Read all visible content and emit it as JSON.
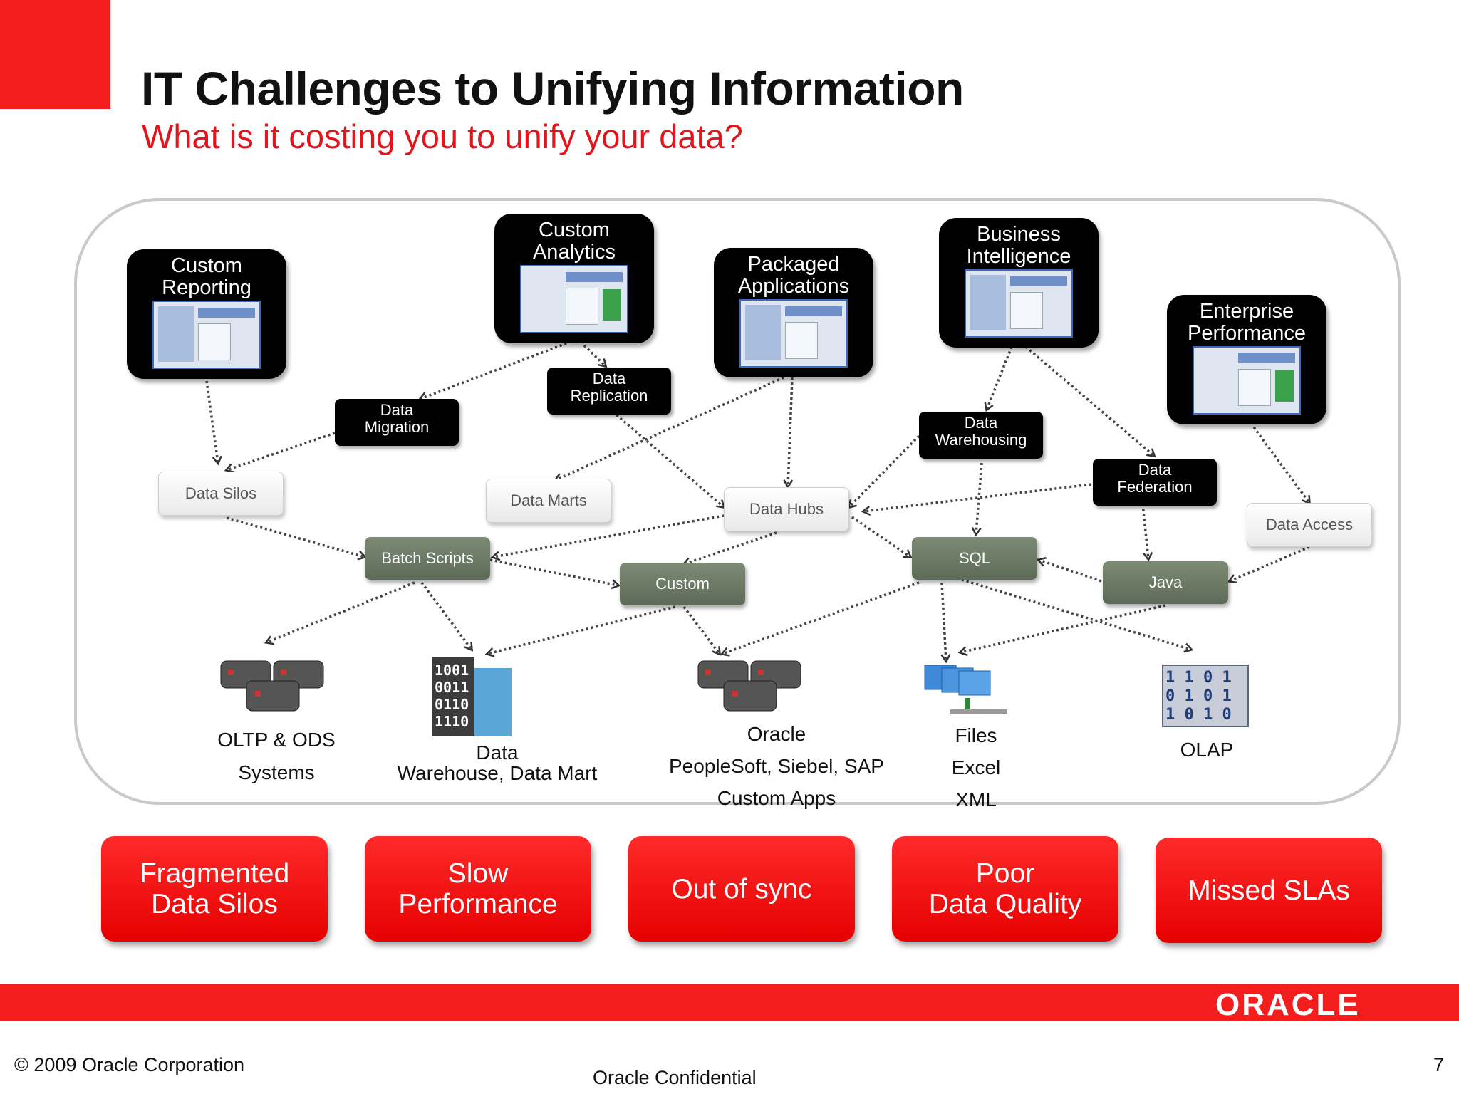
{
  "title": "IT Challenges to Unifying Information",
  "subtitle": "What is it costing you to unify your data?",
  "apps": {
    "custom_reporting": "Custom\nReporting",
    "custom_analytics": "Custom\nAnalytics",
    "packaged_applications": "Packaged\nApplications",
    "business_intelligence": "Business\nIntelligence",
    "enterprise_performance": "Enterprise\nPerformance"
  },
  "tags": {
    "data_migration": "Data\nMigration",
    "data_replication": "Data\nReplication",
    "data_warehousing": "Data\nWarehousing",
    "data_federation": "Data\nFederation"
  },
  "approaches": {
    "data_silos": "Data Silos",
    "data_marts": "Data Marts",
    "data_hubs": "Data Hubs",
    "data_access": "Data Access"
  },
  "methods": {
    "batch_scripts": "Batch Scripts",
    "custom": "Custom",
    "sql": "SQL",
    "java": "Java"
  },
  "sources": {
    "oltp": "OLTP & ODS\nSystems",
    "warehouse": "Data\nWarehouse, Data Mart",
    "oracle_apps": "Oracle\nPeopleSoft, Siebel, SAP\nCustom Apps",
    "files": "Files\nExcel\nXML",
    "olap": "OLAP"
  },
  "challenges": [
    "Fragmented\nData Silos",
    "Slow\nPerformance",
    "Out of sync",
    "Poor\nData Quality",
    "Missed SLAs"
  ],
  "logo": "ORACLE",
  "footer": {
    "copyright": "© 2009 Oracle Corporation",
    "confidential": "Oracle Confidential",
    "page": "7"
  },
  "colors": {
    "brand_red": "#f41d1d",
    "method_green": "#66735f"
  }
}
